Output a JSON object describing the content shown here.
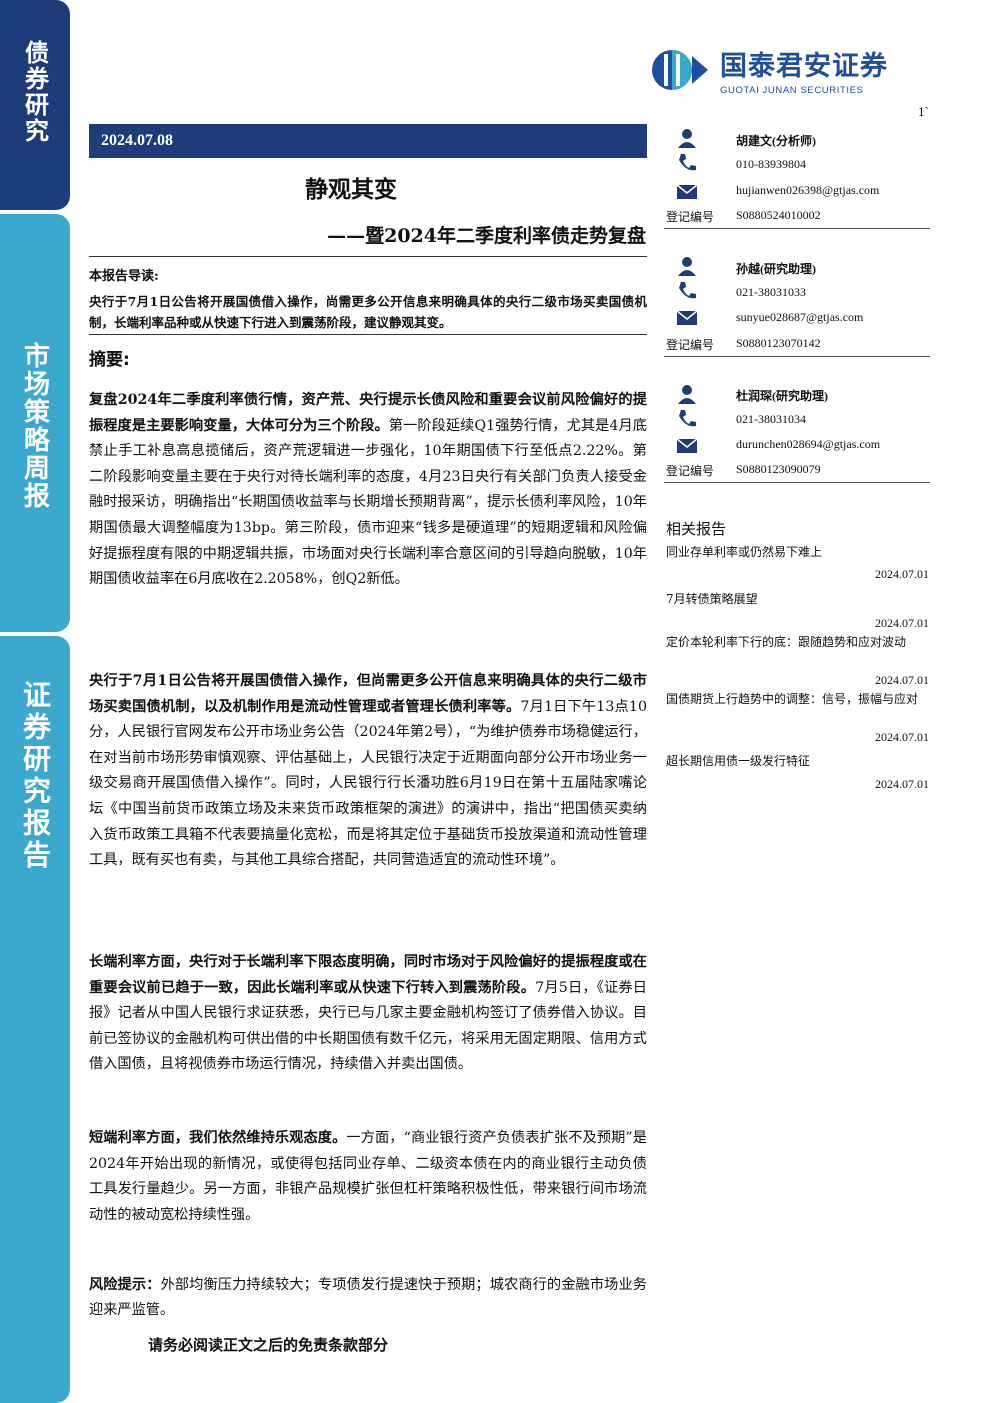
{
  "side_tabs": [
    "债券研究",
    "市场策略周报",
    "证券研究报告"
  ],
  "brand": {
    "name_cn": "国泰君安证券",
    "name_en": "GUOTAI JUNAN SECURITIES",
    "color": "#1f4f9e"
  },
  "page_number": "1`",
  "date": "2024.07.08",
  "title": "静观其变",
  "subtitle": "——暨2024年二季度利率债走势复盘",
  "guide": {
    "heading": "本报告导读:",
    "body": "央行于7月1日公告将开展国债借入操作，尚需更多公开信息来明确具体的央行二级市场买卖国债机制，长端利率品种或从快速下行进入到震荡阶段，建议静观其变。"
  },
  "summary_heading": "摘要:",
  "paragraphs": [
    {
      "bold": "复盘2024年二季度利率债行情，资产荒、央行提示长债风险和重要会议前风险偏好的提振程度是主要影响变量，大体可分为三个阶段。",
      "text": "第一阶段延续Q1强势行情，尤其是4月底禁止手工补息高息揽储后，资产荒逻辑进一步强化，10年期国债下行至低点2.22%。第二阶段影响变量主要在于央行对待长端利率的态度，4月23日央行有关部门负责人接受金融时报采访，明确指出“长期国债收益率与长期增长预期背离”，提示长债利率风险，10年期国债最大调整幅度为13bp。第三阶段，债市迎来“钱多是硬道理”的短期逻辑和风险偏好提振程度有限的中期逻辑共振，市场面对央行长端利率合意区间的引导趋向脱敏，10年期国债收益率在6月底收在2.2058%，创Q2新低。"
    },
    {
      "bold": "央行于7月1日公告将开展国债借入操作，但尚需更多公开信息来明确具体的央行二级市场买卖国债机制，以及机制作用是流动性管理或者管理长债利率等。",
      "text": "7月1日下午13点10分，人民银行官网发布公开市场业务公告（2024年第2号），“为维护债券市场稳健运行，在对当前市场形势审慎观察、评估基础上，人民银行决定于近期面向部分公开市场业务一级交易商开展国债借入操作”。同时，人民银行行长潘功胜6月19日在第十五届陆家嘴论坛《中国当前货币政策立场及未来货币政策框架的演进》的演讲中，指出“把国债买卖纳入货币政策工具箱不代表要搞量化宽松，而是将其定位于基础货币投放渠道和流动性管理工具，既有买也有卖，与其他工具综合搭配，共同营造适宜的流动性环境”。"
    },
    {
      "bold": "长端利率方面，央行对于长端利率下限态度明确，同时市场对于风险偏好的提振程度或在重要会议前已趋于一致，因此长端利率或从快速下行转入到震荡阶段。",
      "text": "7月5日，《证券日报》记者从中国人民银行求证获悉，央行已与几家主要金融机构签订了债券借入协议。目前已签协议的金融机构可供出借的中长期国债有数千亿元，将采用无固定期限、信用方式借入国债，且将视债券市场运行情况，持续借入并卖出国债。"
    },
    {
      "bold": "短端利率方面，我们依然维持乐观态度。",
      "text": "一方面，“商业银行资产负债表扩张不及预期”是2024年开始出现的新情况，或使得包括同业存单、二级资本债在内的商业银行主动负债工具发行量趋少。另一方面，非银产品规模扩张但杠杆策略积极性低，带来银行间市场流动性的被动宽松持续性强。"
    }
  ],
  "risk": {
    "label": "风险提示：",
    "text": "外部均衡压力持续较大；专项债发行提速快于预期；城农商行的金融市场业务迎来严监管。"
  },
  "disclaimer": "请务必阅读正文之后的免责条款部分",
  "analysts": [
    {
      "name": "胡建文(分析师)",
      "phone": "010-83939804",
      "email": "hujianwen026398@gtjas.com",
      "reg_label": "登记编号",
      "reg_no": "S0880524010002"
    },
    {
      "name": "孙越(研究助理)",
      "phone": "021-38031033",
      "email": "sunyue028687@gtjas.com",
      "reg_label": "登记编号",
      "reg_no": "S0880123070142"
    },
    {
      "name": "杜润琛(研究助理)",
      "phone": "021-38031034",
      "email": "durunchen028694@gtjas.com",
      "reg_label": "登记编号",
      "reg_no": "S0880123090079"
    }
  ],
  "related": {
    "heading": "相关报告",
    "items": [
      {
        "title": "同业存单利率或仍然易下难上",
        "date": "2024.07.01"
      },
      {
        "title": "7月转债策略展望",
        "date": "2024.07.01"
      },
      {
        "title": "定价本轮利率下行的底：跟随趋势和应对波动",
        "date": "2024.07.01"
      },
      {
        "title": "国债期货上行趋势中的调整：信号，振幅与应对",
        "date": "2024.07.01"
      },
      {
        "title": "超长期信用债一级发行特征",
        "date": "2024.07.01"
      }
    ]
  }
}
